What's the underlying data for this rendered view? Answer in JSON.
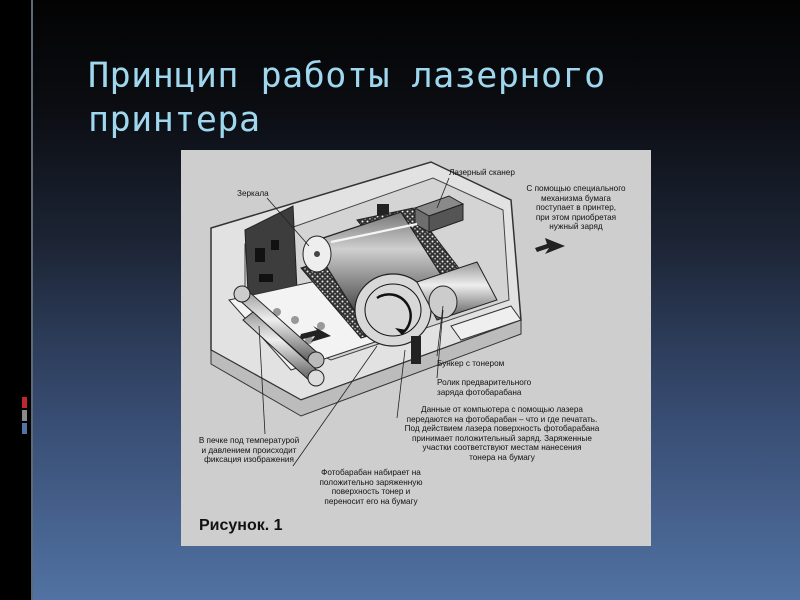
{
  "slide": {
    "title": "Принцип работы лазерного принтера"
  },
  "figure": {
    "labels": {
      "scanner": "Лазерный сканер",
      "paper": "С помощью специального\nмеханизма бумага\nпоступает в принтер,\nпри этом приобретая\nнужный заряд",
      "mirrors": "Зеркала",
      "toner_bunker": "Бункер с тонером",
      "roller": "Ролик предварительного\nзаряда фотобарабана",
      "laser_data": "Данные от компьютера с помощью лазера\nпередаются на фотобарабан – что и где печатать.\nПод действием лазера поверхность фотобарабана\nпринимает положительный заряд. Заряженные\nучастки соответствуют местам нанесения\nтонера на бумагу",
      "oven": "В печке под температурой\nи давлением происходит\nфиксация изображения",
      "drum": "Фотобарабан набирает на\nположительно заряженную\nповерхность тонер и\nпереносит его на бумагу"
    },
    "caption": "Рисунок. 1"
  },
  "colors": {
    "title": "#9fd8ee",
    "accent_red": "#c0272d",
    "accent_gray": "#8a8a8a",
    "accent_blue": "#5172a3"
  }
}
